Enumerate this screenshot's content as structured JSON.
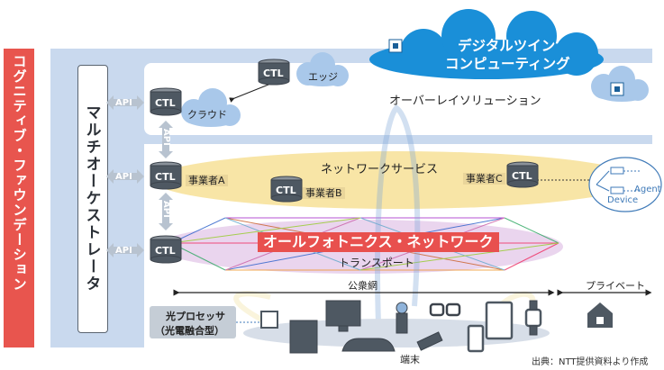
{
  "title": "コグニティブ・ファウンデーション",
  "orchestrator": "マルチオーケストレータ",
  "digital_twin": [
    "デジタルツイン",
    "コンピューティング"
  ],
  "over_layer": "オーバーレイソリューション",
  "edge_label": "エッジ",
  "cloud_label": "クラウド",
  "network_services": "ネットワークサービス",
  "operators": [
    "事業者A",
    "事業者B",
    "事業者C"
  ],
  "apn_title": "オールフォトニクス・ネットワーク",
  "transport": "トランスポート",
  "public_network": "公衆網",
  "private": "プライベート",
  "processor": [
    "光プロセッサ",
    "（光電融合型）"
  ],
  "terminal": "端末",
  "ctl": "CTL",
  "api": "API",
  "device_label": "Device",
  "agent_label": "Agent",
  "source": "出典：NTT提供資料より作成",
  "colors": {
    "title_bar": "#e8554e",
    "panel": "#c9d9ee",
    "cloud": "#1a8fd8",
    "cloud_light": "#a9c8ea",
    "services": "#f8e5a6",
    "transport": "#e6d0ea",
    "apn_bg": "#e8504e",
    "api_arrow": "#b8c3d0",
    "ctl": "#4e5862"
  },
  "icons": [
    "chip-icon",
    "house-icon",
    "monitor-icon",
    "car-icon",
    "camera-icon",
    "glasses-icon",
    "tablet-icon",
    "watch-icon",
    "phone-icon",
    "robot-icon",
    "plant-icon",
    "server-icon"
  ]
}
